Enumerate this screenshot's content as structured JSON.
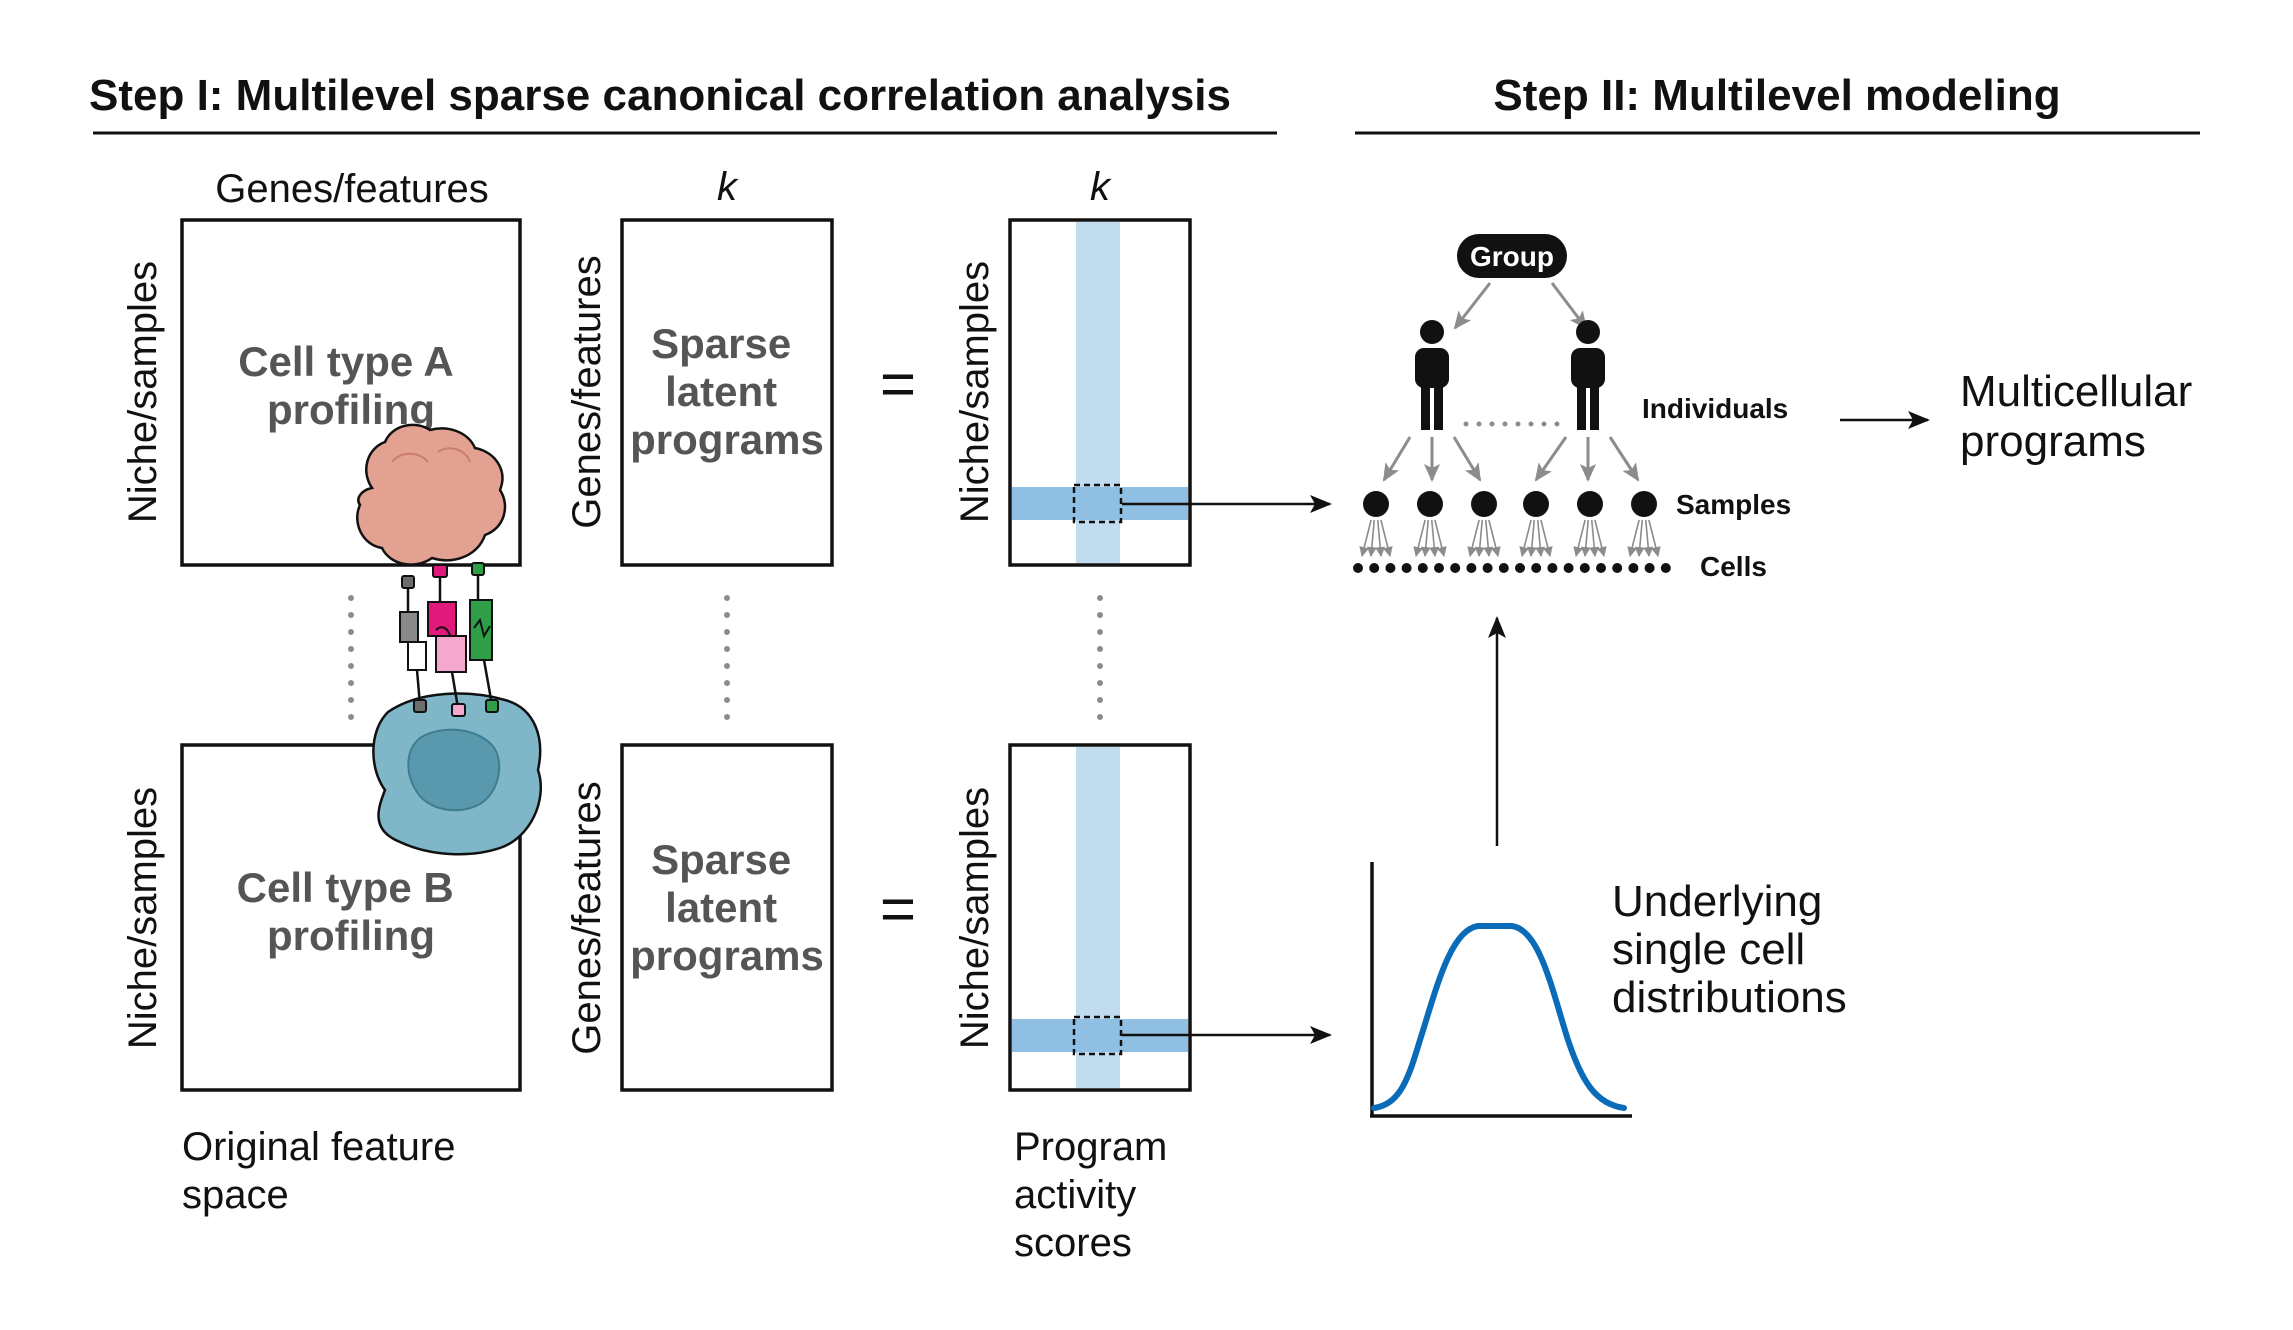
{
  "step1": {
    "title": "Step I: Multilevel sparse canonical correlation analysis"
  },
  "step2": {
    "title": "Step II: Multilevel modeling"
  },
  "matrices": {
    "col_label_genes": "Genes/features",
    "col_label_k1": "k",
    "col_label_k2": "k",
    "row_label_niche": "Niche/samples",
    "row_label_genes": "Genes/features",
    "equals": "=",
    "cell_type_a": [
      "Cell type A",
      "profiling"
    ],
    "cell_type_b": [
      "Cell type B",
      "profiling"
    ],
    "sparse": [
      "Sparse",
      "latent",
      "programs"
    ]
  },
  "captions": {
    "original": [
      "Original feature",
      "space"
    ],
    "program": [
      "Program",
      "activity",
      "scores"
    ]
  },
  "hierarchy": {
    "group": "Group",
    "individuals": "Individuals",
    "samples": "Samples",
    "cells": "Cells"
  },
  "outputs": {
    "multicellular": [
      "Multicellular",
      "programs"
    ],
    "distribution": [
      "Underlying",
      "single cell",
      "distributions"
    ]
  },
  "colors": {
    "band_light": "#c2dcef",
    "band_dark": "#8fc0e3",
    "curve": "#0a6bb8",
    "gray_arrow": "#8c8c8c",
    "cell_a": "#e3a291",
    "cell_b": "#7fb7c9",
    "receptor_magenta": "#e0197b",
    "receptor_green": "#2e9e47"
  }
}
